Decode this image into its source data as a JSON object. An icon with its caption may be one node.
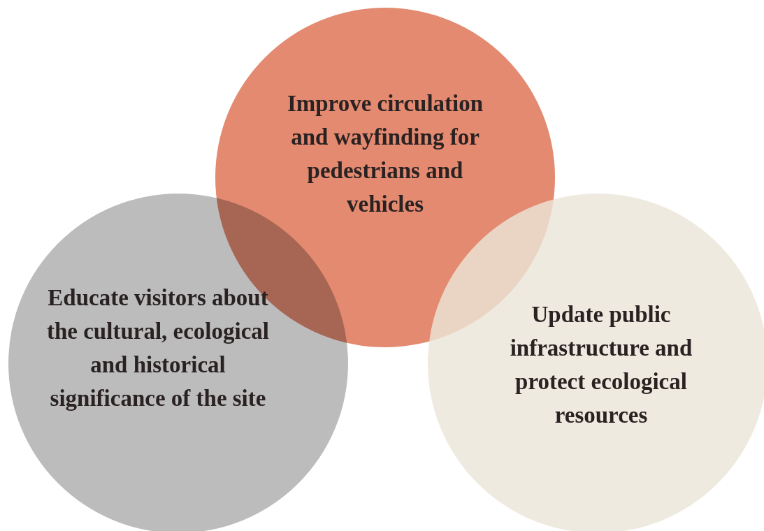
{
  "diagram": {
    "nodes": [
      {
        "text": [
          "Improve circulation and wayfinding for pedestrians and vehicles"
        ]
      },
      {
        "text": [
          "Educate visitors about the cultural, ecological and historical significance of the site"
        ]
      },
      {
        "text": [
          "Update public infrastructure and protect ecological resources"
        ]
      }
    ]
  }
}
